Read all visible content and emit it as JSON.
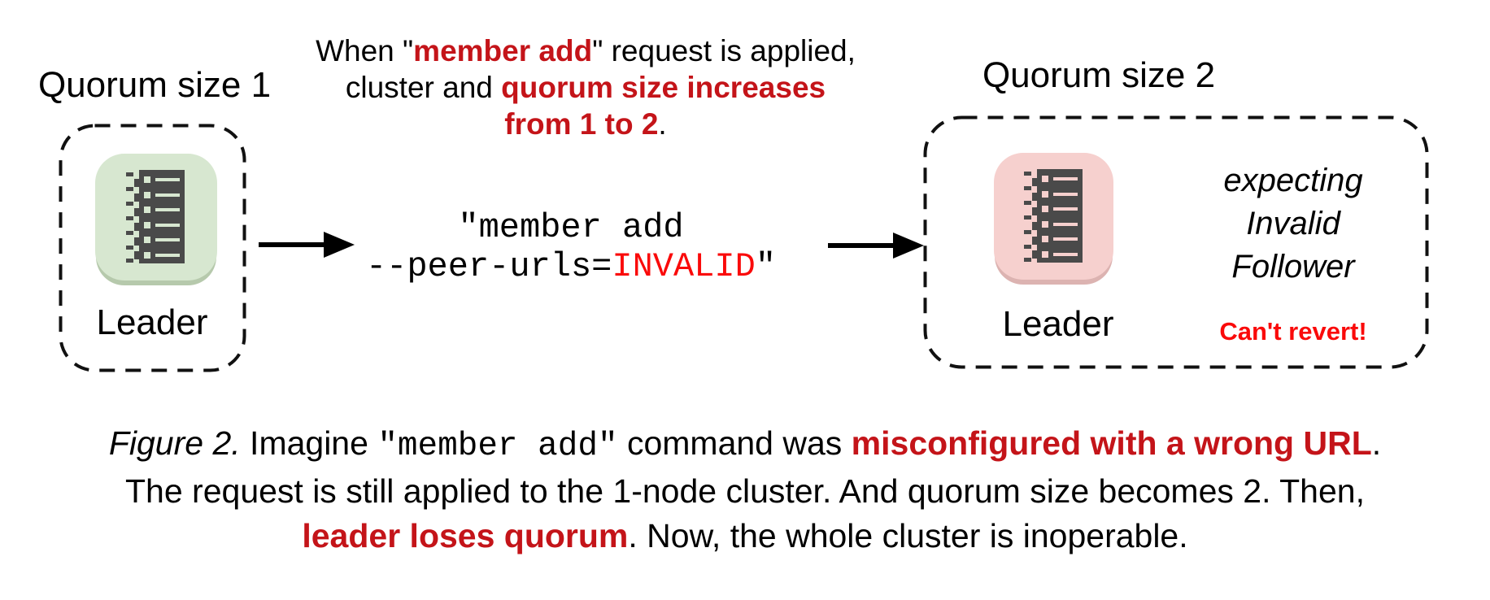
{
  "left_cluster": {
    "title": "Quorum size 1",
    "node_label": "Leader",
    "node_icon": "server-rack-icon"
  },
  "annotation": {
    "line1": {
      "t1": "When \"",
      "red": "member add",
      "t2": "\" request is applied,"
    },
    "line2": {
      "t1": "cluster and ",
      "red": "quorum size increases"
    },
    "line3": {
      "red": "from 1 to 2",
      "t1": "."
    }
  },
  "command": {
    "line1": "\"member add",
    "line2": {
      "t1": "--peer-urls=",
      "red": "INVALID",
      "t2": "\""
    }
  },
  "right_cluster": {
    "title": "Quorum size 2",
    "node_label": "Leader",
    "node_icon": "server-rack-icon",
    "expecting_lines": [
      "expecting",
      "Invalid",
      "Follower"
    ],
    "warning": "Can't revert!"
  },
  "icons": {
    "node": "server-rack-icon",
    "arrow": "right-arrow-icon"
  },
  "caption": {
    "line1": {
      "figure": "Figure 2.",
      "t1": " Imagine ",
      "code": "\"member add\"",
      "t2": " command was ",
      "red": "misconfigured with a wrong URL",
      "t3": "."
    },
    "line2": {
      "t1": "The request is still applied to the 1-node cluster. And quorum size becomes 2. Then,"
    },
    "line3": {
      "red": "leader loses quorum",
      "t1": ". Now, the whole cluster is inoperable."
    }
  },
  "colors": {
    "dark_red": "#c41419",
    "bright_red": "#fa0a0a",
    "green_bg": "#d7e7d0",
    "green_shadow": "#b6c9ac",
    "pink_bg": "#f6d0ce",
    "pink_shadow": "#dcb3b1",
    "icon_dark": "#4a4a4a",
    "stroke_black": "#111111"
  }
}
